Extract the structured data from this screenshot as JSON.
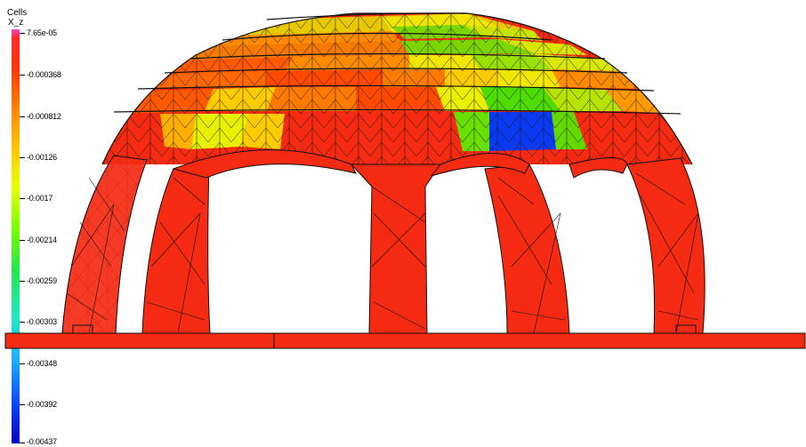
{
  "legend": {
    "title": "Cells",
    "subtitle": "X_z",
    "ticks": [
      "7.65e-05",
      "-0.000368",
      "-0.000812",
      "-0.00126",
      "-0.0017",
      "-0.00214",
      "-0.00259",
      "-0.00303",
      "-0.00348",
      "-0.00392",
      "-0.00437"
    ],
    "color_top": "#ff44cc",
    "color_bottom": "#0000c8"
  },
  "model": {
    "base_color": "#f42a12",
    "edge_color": "#111111"
  }
}
